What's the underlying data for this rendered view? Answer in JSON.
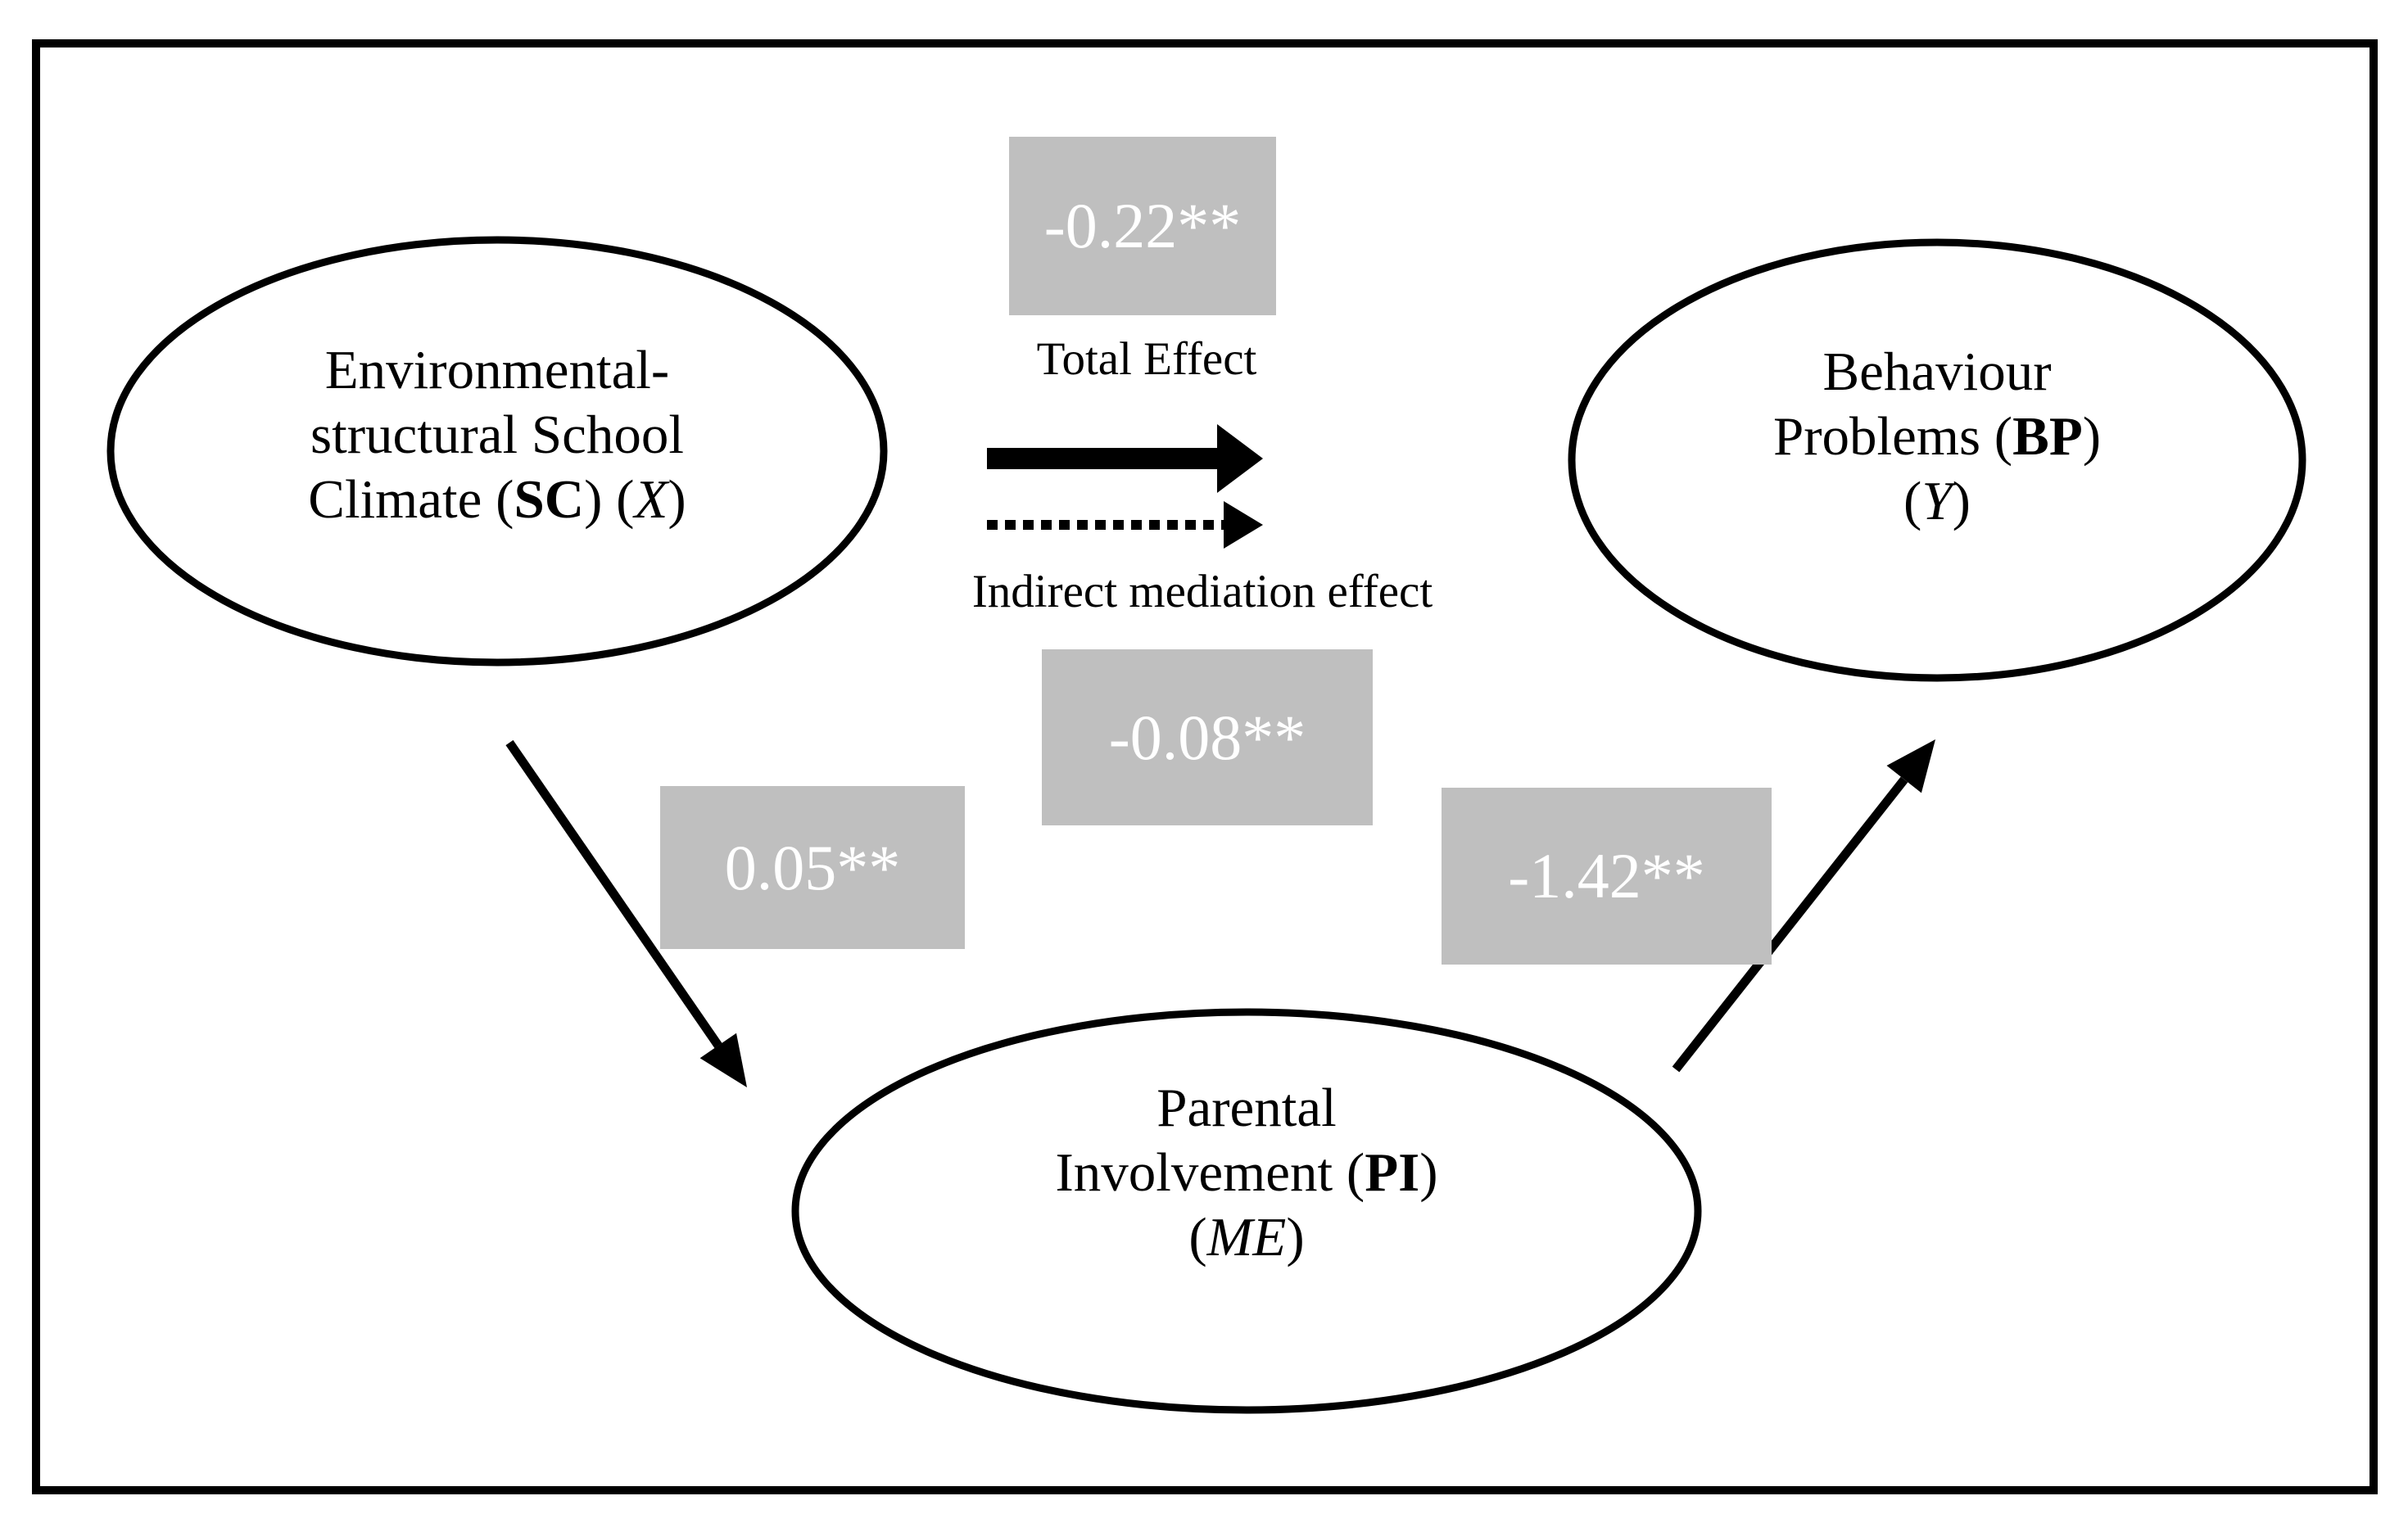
{
  "figure": {
    "type": "mediation-path-diagram",
    "colors": {
      "background": "#FFFFFF",
      "frame_border": "#000000",
      "ellipse_stroke": "#000000",
      "arrow": "#000000",
      "box_fill": "#BFBFBF",
      "box_text": "#FFFFFF",
      "label_text": "#000000"
    },
    "nodes": {
      "sc": {
        "line1": "Environmental-",
        "line2": "structural School",
        "line3_pre": "Climate (",
        "line3_bold": "SC",
        "line3_mid": ") (",
        "line3_italic": "X",
        "line3_post": ")"
      },
      "bp": {
        "line1": "Behaviour",
        "line2_pre": "Problems (",
        "line2_bold": "BP",
        "line2_post": ")",
        "line3_pre": "(",
        "line3_italic": "Y",
        "line3_post": ")"
      },
      "pi": {
        "line1": "Parental",
        "line2_pre": "Involvement (",
        "line2_bold": "PI",
        "line2_post": ")",
        "line3_pre": "(",
        "line3_italic": "ME",
        "line3_post": ")"
      }
    },
    "coefficients": {
      "total_effect": "-0.22**",
      "indirect_effect": "-0.08**",
      "a_path": "0.05**",
      "b_path": "-1.42**"
    },
    "labels": {
      "total_effect": "Total Effect",
      "indirect_effect": "Indirect mediation effect"
    }
  }
}
